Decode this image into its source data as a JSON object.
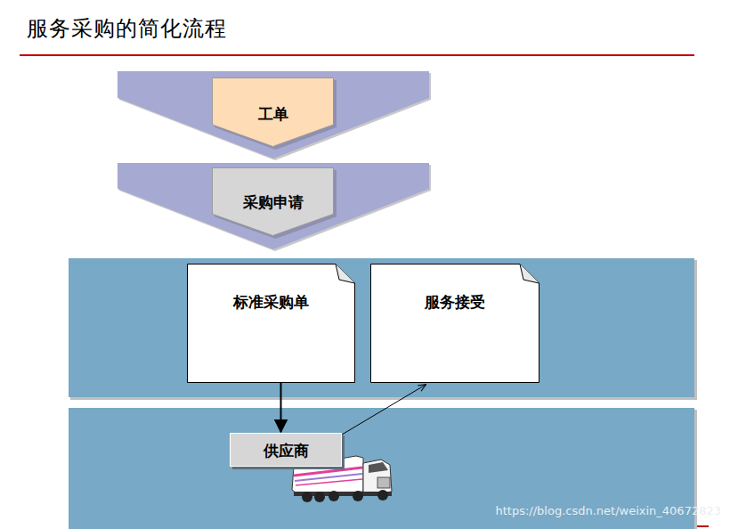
{
  "diagram": {
    "title": "服务采购的简化流程",
    "nodes": [
      {
        "text": [
          "工单"
        ]
      },
      {
        "text": [
          "采购申请"
        ]
      },
      {
        "text": [
          "标准采购单"
        ]
      },
      {
        "text": [
          "服务接受"
        ]
      },
      {
        "text": [
          "供应商"
        ]
      }
    ],
    "edges": [
      {
        "from": 2,
        "to": 4,
        "arrow": "to"
      },
      {
        "from": 4,
        "to": 3,
        "arrow": "to"
      }
    ],
    "labels": [
      "https://blog.csdn.net/weixin_40672823"
    ]
  }
}
